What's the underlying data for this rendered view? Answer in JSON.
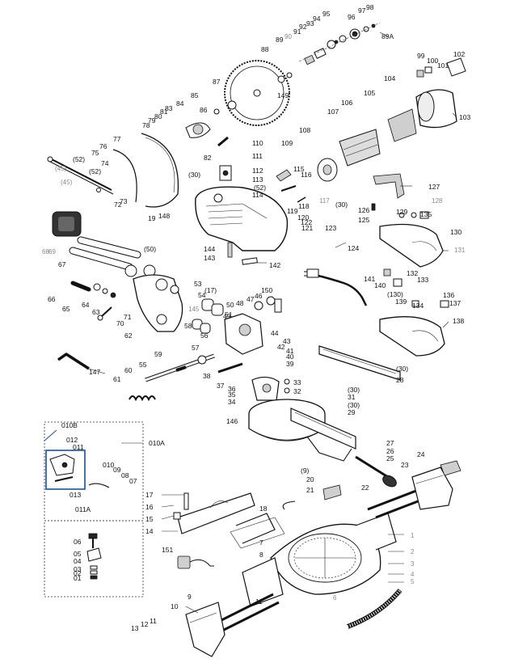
{
  "labels": {
    "l88": "88",
    "l89": "89",
    "l90": "90",
    "l91": "91",
    "l92": "92",
    "l93": "93",
    "l94": "94",
    "l95": "95",
    "l96": "96",
    "l97": "97",
    "l98": "98",
    "l89a": "89A",
    "l99": "99",
    "l100": "100",
    "l101": "101",
    "l102": "102",
    "l103": "103",
    "l104": "104",
    "l105": "105",
    "l106": "106",
    "l107": "107",
    "l108": "108",
    "l109": "109",
    "l110": "110",
    "l111": "111",
    "l112": "112",
    "l113": "113",
    "l114": "114",
    "l115": "115",
    "l116": "116",
    "l117": "117",
    "l118": "118",
    "l119": "119",
    "l120": "120",
    "l121": "121",
    "l122": "122",
    "l123": "123",
    "l124": "124",
    "l125": "125",
    "l126": "126",
    "l127": "127",
    "l128": "128",
    "l129": "129",
    "l130": "130",
    "l131": "131",
    "l132": "132",
    "l133": "133",
    "l134": "134",
    "l135": "135",
    "l136": "136",
    "l137": "137",
    "l138": "138",
    "l139": "139",
    "l140": "140",
    "l141": "141",
    "l142": "142",
    "l143": "143",
    "l144": "144",
    "l145": "145",
    "l146": "146",
    "l147": "147",
    "l148": "148",
    "l149": "149",
    "l150": "150",
    "l151": "151",
    "l130b": "(130)",
    "l30a": "(30)",
    "l30b": "(30)",
    "l30c": "(30)",
    "l30d": "(30)",
    "l30e": "(30)",
    "l52a": "(52)",
    "l52b": "(52)",
    "l52c": "(52)",
    "l45a": "(45)",
    "l45b": "(45)",
    "l50": "(50)",
    "l17": "(17)",
    "l9": "(9)",
    "l72": "72",
    "l73": "73",
    "l74": "74",
    "l75": "75",
    "l76": "76",
    "l77": "77",
    "l78": "78",
    "l79": "79",
    "l80": "80",
    "l81": "81",
    "l82": "82",
    "l83": "83",
    "l84": "84",
    "l85": "85",
    "l86": "86",
    "l87": "87",
    "l19": "19",
    "l68": "68",
    "l69": "69",
    "l67": "67",
    "l66": "66",
    "l65": "65",
    "l64": "64",
    "l63": "63",
    "l70": "70",
    "l71": "71",
    "l62": "62",
    "l61": "61",
    "l60": "60",
    "l59": "59",
    "l58": "58",
    "l57": "57",
    "l56": "56",
    "l55": "55",
    "l54": "54",
    "l53": "53",
    "l51": "51",
    "l49": "49",
    "l48": "48",
    "l47": "47",
    "l46": "46",
    "l44": "44",
    "l43": "43",
    "l42": "42",
    "l41": "41",
    "l40": "40",
    "l39": "39",
    "l38": "38",
    "l37": "37",
    "l36": "36",
    "l35": "35",
    "l34": "34",
    "l33": "33",
    "l32": "32",
    "l31": "31",
    "l29": "29",
    "l28": "28",
    "l27": "27",
    "l26": "26",
    "l25": "25",
    "l24": "24",
    "l23": "23",
    "l22": "22",
    "l21": "21",
    "l20": "20",
    "l18": "18",
    "l17b": "17",
    "l16": "16",
    "l15": "15",
    "l14": "14",
    "l13": "13",
    "l12": "12",
    "l11": "11",
    "l11b": "11",
    "l10": "10",
    "l9b": "9",
    "l8": "8",
    "l7": "7",
    "l6": "6",
    "l5": "5",
    "l4": "4",
    "l3": "3",
    "l2": "2",
    "l1": "1",
    "l50b": "50",
    "i010": "010",
    "i010A": "010A",
    "i010B": "010B",
    "i011": "011",
    "i011A": "011A",
    "i012": "012",
    "i013": "013",
    "i07": "07",
    "i08": "08",
    "i09": "09",
    "i010c": "010",
    "i06": "06",
    "i05": "05",
    "i04": "04",
    "i03": "03",
    "i02": "02",
    "i01": "01"
  },
  "colors": {
    "ink": "#111111",
    "grey": "#888888",
    "inset_highlight": "#1f4e8c"
  },
  "icons": [
    "saw-blade",
    "motor-housing",
    "spring",
    "power-cord",
    "hex-key",
    "turntable"
  ]
}
